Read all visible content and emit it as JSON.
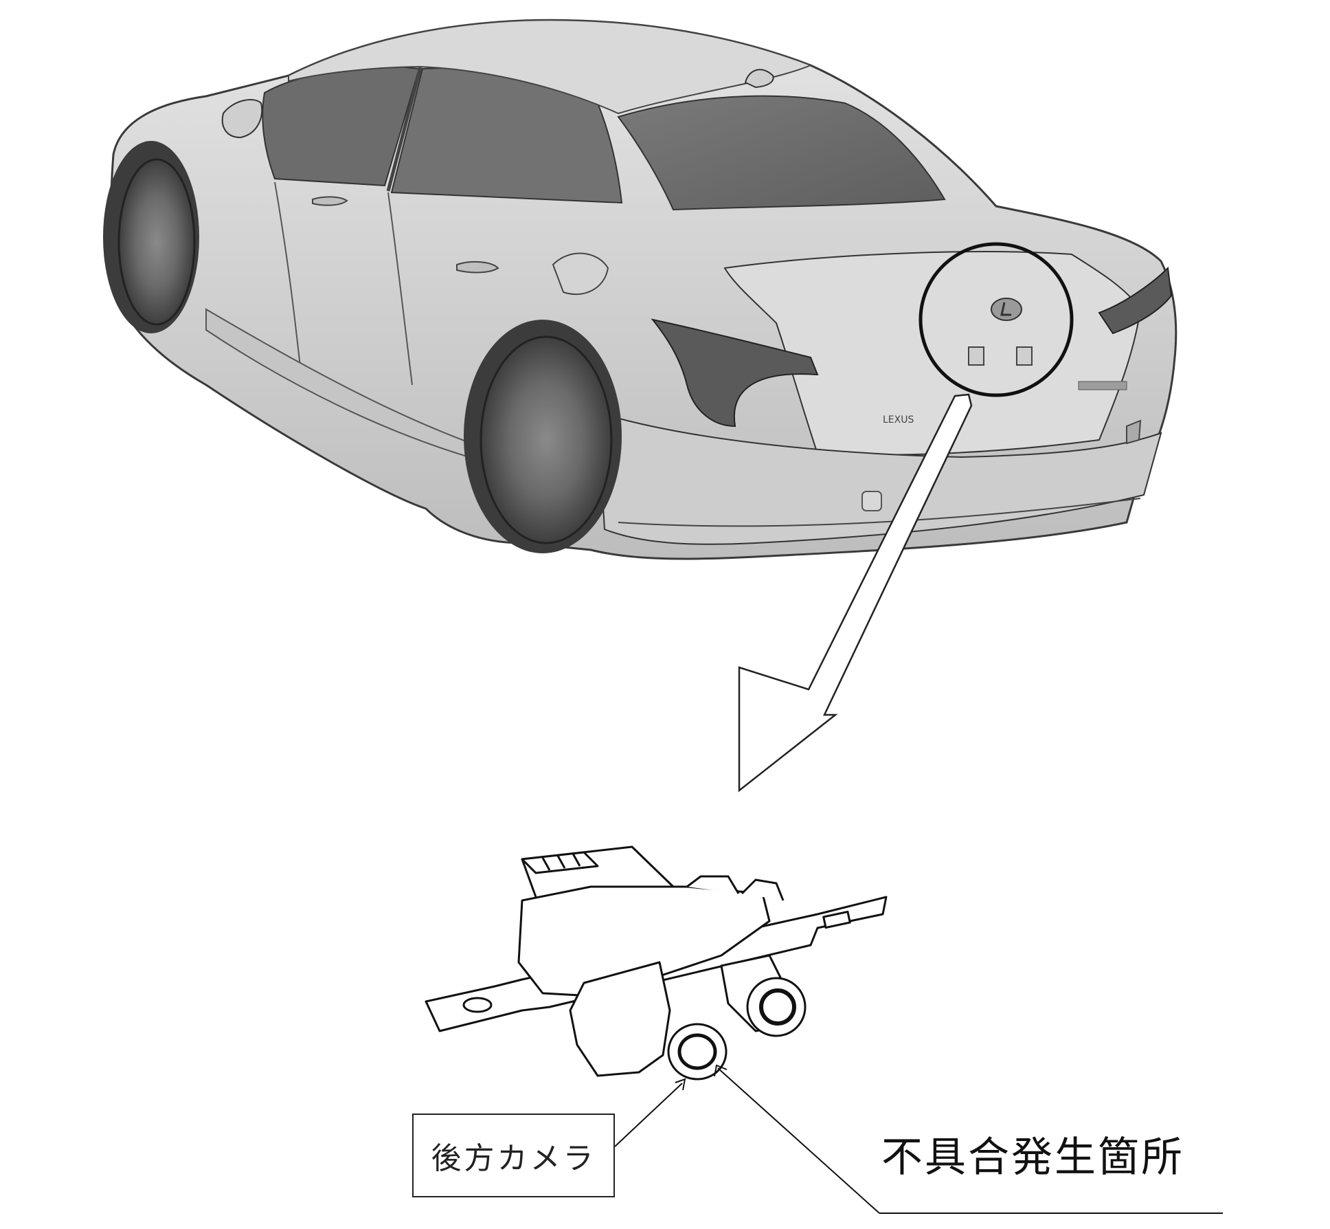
{
  "labels": {
    "rear_camera": "後方カメラ",
    "defect_location": "不具合発生箇所"
  },
  "car": {
    "badge_text": "LEXUS"
  },
  "colors": {
    "ink": "#222222",
    "body_light": "#d6d6d6",
    "body_mid": "#bcbcbc",
    "glass": "#6b6b6b",
    "tire": "#4a4a4a"
  }
}
